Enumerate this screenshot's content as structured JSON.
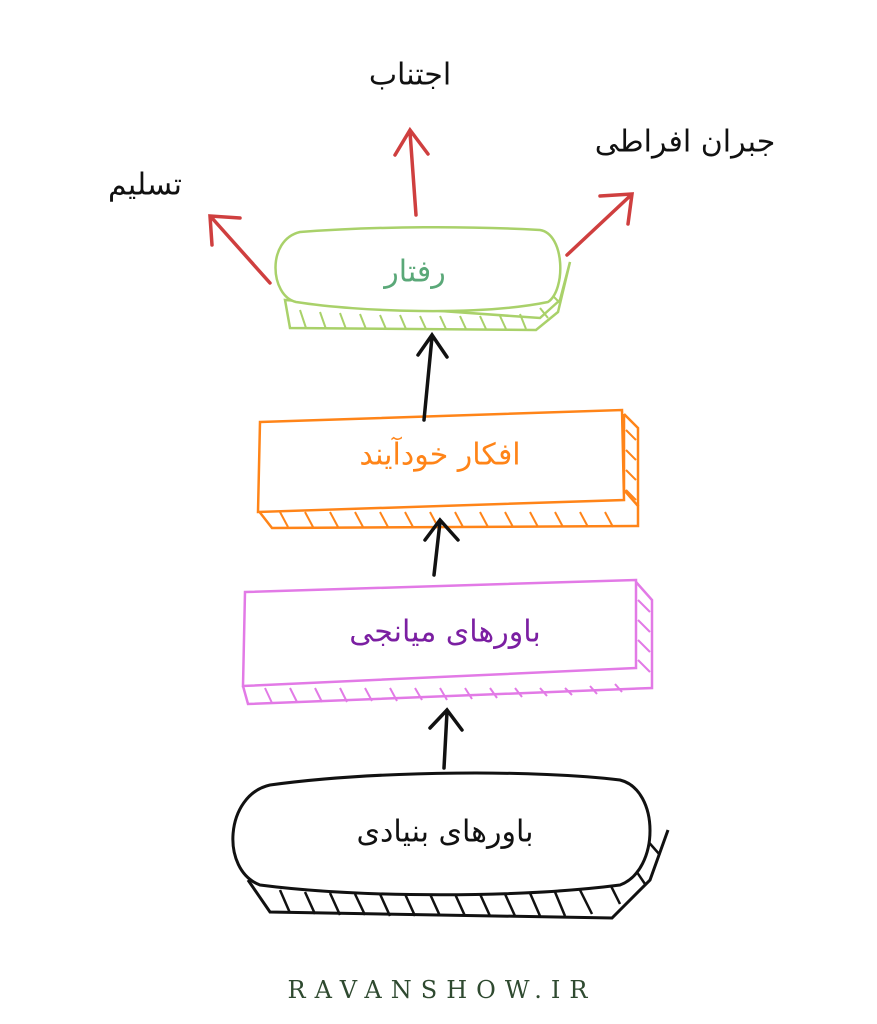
{
  "outcomes": {
    "avoidance": "اجتناب",
    "overcompensation": "جبران افراطی",
    "surrender": "تسلیم"
  },
  "nodes": {
    "behavior": "رفتار",
    "automatic_thoughts": "افکار خودآیند",
    "intermediate_beliefs": "باورهای میانجی",
    "core_beliefs": "باورهای بنیادی"
  },
  "brand": "RAVANSHOW.IR",
  "colors": {
    "behavior": "#a9d16a",
    "behavior_text": "#5aa878",
    "automatic": "#ff8418",
    "intermediate": "#e27ae6",
    "intermediate_text": "#7b1fa2",
    "core": "#111111",
    "outcome_arrow": "#cf3f3f"
  }
}
